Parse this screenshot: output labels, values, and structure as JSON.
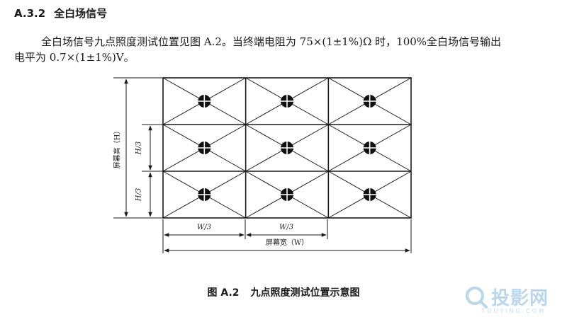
{
  "section": {
    "number": "A.3.2",
    "title": "全白场信号"
  },
  "paragraph": {
    "line1": "全白场信号九点照度测试位置见图 A.2。当终端电阻为 75×(1±1%)Ω 时，100%全白场信号输出",
    "line2": "电平为 0.7×(1±1%)V。"
  },
  "diagram": {
    "height_label": "屏幕高（H）",
    "h_third_label_upper": "H/3",
    "h_third_label_lower": "H/3",
    "w_third_label_left": "W/3",
    "w_third_label_mid": "W/3",
    "width_label": "屏幕宽（W）",
    "grid_columns": 3,
    "grid_rows": 3
  },
  "caption": {
    "figure_number": "图 A.2",
    "title": "九点照度测试位置示意图"
  },
  "watermark": {
    "text": "投影网",
    "subtext": "TOUYING.COM",
    "color": "#7fb8e0"
  }
}
